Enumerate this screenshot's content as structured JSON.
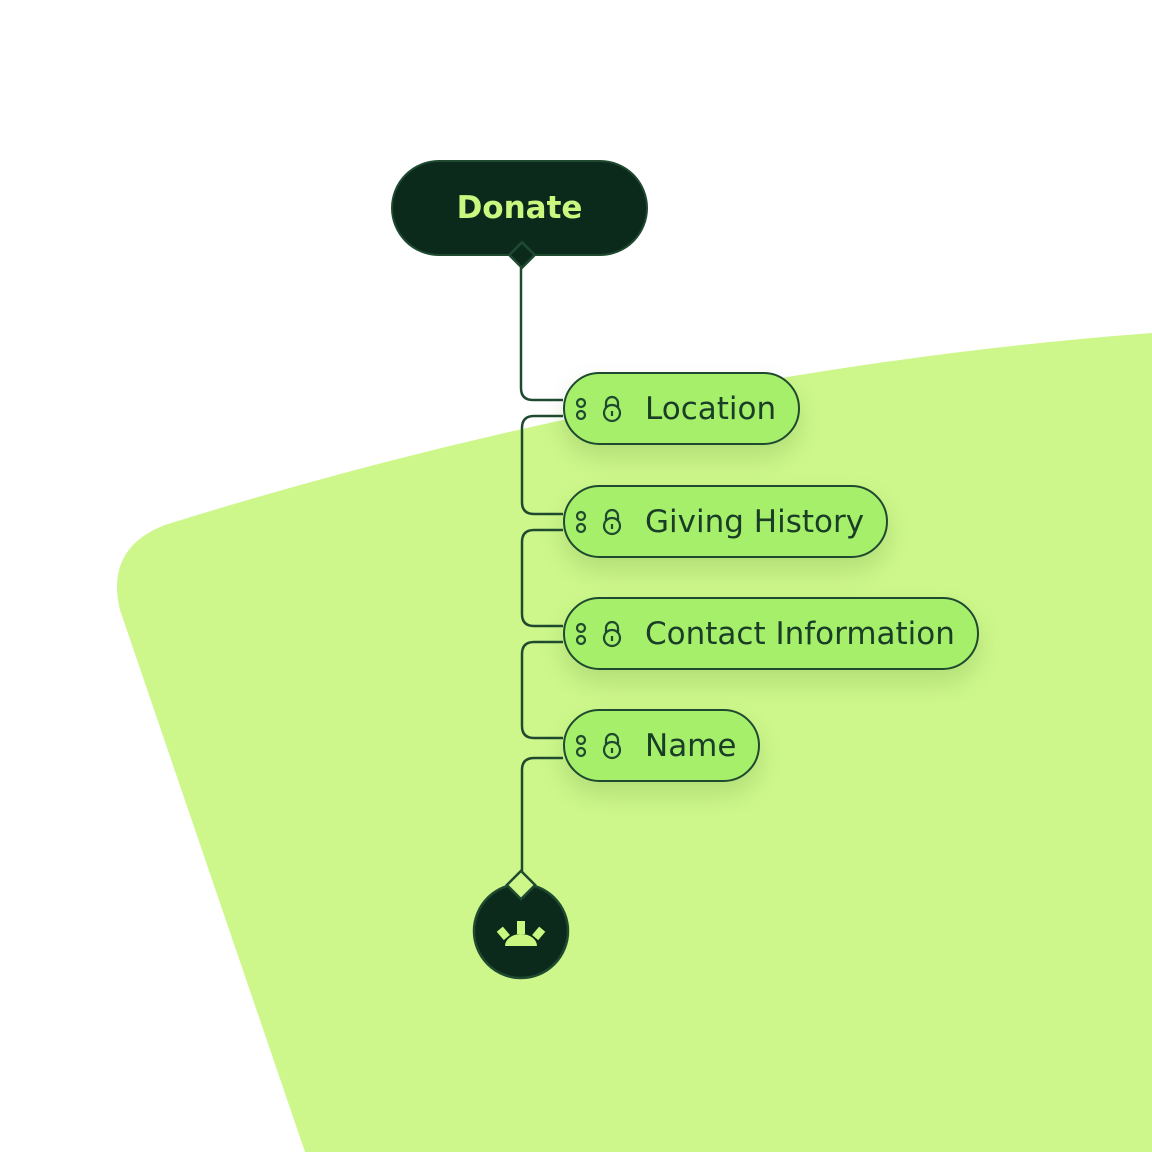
{
  "colors": {
    "background_blob": "#cdf78b",
    "dark": "#0c2a1c",
    "pill_fill": "#a6ef6a",
    "stroke": "#1f4a30",
    "accent_text": "#c9f77f"
  },
  "flow": {
    "start_label": "Donate",
    "steps": [
      {
        "label": "Location",
        "icon": "lock-icon"
      },
      {
        "label": "Giving History",
        "icon": "lock-icon"
      },
      {
        "label": "Contact Information",
        "icon": "lock-icon"
      },
      {
        "label": "Name",
        "icon": "lock-icon"
      }
    ],
    "end_icon": "sunrise-icon"
  }
}
